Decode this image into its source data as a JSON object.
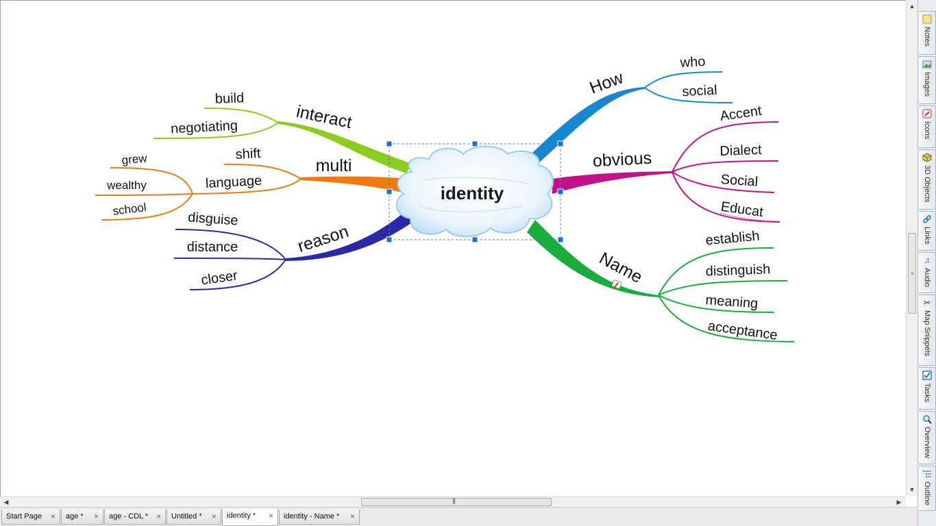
{
  "central": {
    "label": "identity"
  },
  "branches": [
    {
      "label": "interact",
      "color": "#8ccc1e",
      "children": [
        "build",
        "negotiating"
      ]
    },
    {
      "label": "multi",
      "color": "#f07a10",
      "children": [
        "shift",
        "language"
      ],
      "grandchildren": [
        "grew",
        "wealthy",
        "school"
      ]
    },
    {
      "label": "reason",
      "color": "#2a2aa6",
      "children": [
        "disguise",
        "distance",
        "closer"
      ]
    },
    {
      "label": "How",
      "color": "#1787cf",
      "children": [
        "who",
        "social"
      ]
    },
    {
      "label": "obvious",
      "color": "#c2128a",
      "children": [
        "Accent",
        "Dialect",
        "Social",
        "Educat"
      ]
    },
    {
      "label": "Name",
      "color": "#1aad3c",
      "children": [
        "establish",
        "distinguish",
        "meaning",
        "acceptance"
      ]
    }
  ],
  "tabs": [
    {
      "label": "Start Page",
      "active": false
    },
    {
      "label": "age *",
      "active": false
    },
    {
      "label": "age - CDL *",
      "active": false
    },
    {
      "label": "Untitled *",
      "active": false
    },
    {
      "label": "identity *",
      "active": true
    },
    {
      "label": "identity - Name *",
      "active": false
    }
  ],
  "side_panels": [
    {
      "label": "Notes",
      "icon": "notes-icon"
    },
    {
      "label": "Images",
      "icon": "images-icon"
    },
    {
      "label": "Icons",
      "icon": "icons-icon"
    },
    {
      "label": "3D Objects",
      "icon": "3d-objects-icon"
    },
    {
      "label": "Links",
      "icon": "links-icon"
    },
    {
      "label": "Audio",
      "icon": "audio-icon"
    },
    {
      "label": "Map Snippets",
      "icon": "map-snippets-icon"
    },
    {
      "label": "Tasks",
      "icon": "tasks-icon"
    },
    {
      "label": "Overview",
      "icon": "overview-icon"
    },
    {
      "label": "Outline",
      "icon": "outline-icon"
    }
  ],
  "colors": {
    "interact": "#8ccc1e",
    "multi": "#f07a10",
    "reason": "#2a2aa6",
    "how": "#1787cf",
    "obvious": "#c2128a",
    "name": "#1aad3c",
    "selection_handle": "#1d6ed6"
  },
  "tab_close_glyph": "×"
}
